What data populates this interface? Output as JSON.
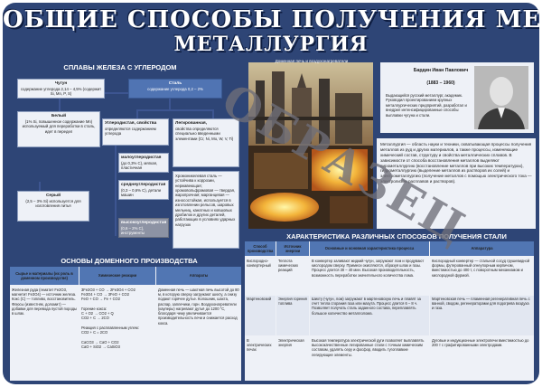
{
  "title_line1": "ОБЩИЕ СПОСОБЫ ПОЛУЧЕНИЯ МЕТАЛЛОВ",
  "title_line2": "МЕТАЛЛУРГИЯ",
  "alloys": {
    "title": "СПЛАВЫ ЖЕЛЕЗА С УГЛЕРОДОМ",
    "cast_iron": {
      "title": "Чугун",
      "text": "содержание углерода 2,14 – 4,5% (содержит Si, Mn, P, S)"
    },
    "steel": {
      "title": "Сталь",
      "text": "содержание углерода 0,2 – 2%"
    },
    "white": {
      "title": "Белый",
      "text": "(1% Si, повышенное содержание Mn) используемый для переработки в сталь, идет в передел"
    },
    "grey": {
      "title": "Серый",
      "text": "(2,5 – 3% Si) используется для изготовления литья"
    },
    "carbon_steel": {
      "title": "Углеродистая, свойства",
      "text": "определяются содержанием углерода"
    },
    "alloyed": {
      "title": "Легированная,",
      "text": "свойства определяются специально введенными элементами (Cr, Ni, Mo, W, V, Ti)"
    },
    "low": {
      "title": "малоуглеродистая",
      "text": "(до 0,3% C), мягкая, пластичная"
    },
    "mid": {
      "title": "среднеуглеродистая",
      "text": "(0,3 – 0,6% C), детали машин"
    },
    "high": {
      "title": "высокоуглеродистая",
      "text": "(0,6 – 2% C), инструменты"
    },
    "alloy_props": "Хромоникелевая сталь — устойчива к коррозии, нержавеющая; хромовольфрамовая — твердая, жаропрочная; марганцевая — износостойкая, используется в изготовлении рельсов, шаровых мельниц, канатных и ковшовых дробилок и других деталей, работающих в условиях ударных нагрузок"
  },
  "blast": {
    "title": "ОСНОВЫ ДОМЕННОГО ПРОИЗВОДСТВА",
    "headers": [
      "Сырье и материалы (их роль в доменном производстве)",
      "Химические реакции",
      "Аппараты"
    ],
    "raw": "Железная руда (гематит Fe2O3, магнетит Fe3O4) — источник железа. Кокс (C) — топливо, восстановитель. Флюсы (известняк, доломит) — добавки для перевода пустой породы в шлак.",
    "reactions": "3Fe2O3 + CO → 2Fe3O4 + CO2\nFe3O4 + CO → 3FeO + CO2\nFeO + CO → Fe + CO2\n\nГорение кокса:\nC + O2 → CO2 + Q\nCO2 + C → 2CO\n\nРеакция с расплавленным углем:\nCO2 + C = 2CO\n\nCaCO3 → CaO + CO2\nCaO + SiO2 → CaSiO3",
    "apparatus": "Доменная печь — шахтная печь высотой до 80 м, в которую сверху загружают шихту, а снизу подают горячее дутье. Колошник, шахта, распар, заплечики, горн. Воздухонагреватели (кауперы) нагревают дутьё до 1200 °C, благодаря чему увеличивается производительность печи и снижается расход кокса."
  },
  "photo_caption": "Доменная печь и воздухонагреватели",
  "portrait": {
    "name": "Бардин Иван Павлович",
    "years": "(1883 – 1960)",
    "text": "Выдающийся русский металлург, академик. Руководил проектированием крупных металлургических предприятий, разработал и внедрил интенсифицированные способы выплавки чугуна и стали."
  },
  "definition": "Металлургия — область науки и техники, охватывающая процессы получения металлов из руд и других материалов, а также процессы, изменяющие химический состав, структуру и свойства металлических сплавов. В зависимости от способа восстановления металлов выделяют пирометаллургию (восстановление металлов при высоких температурах), гидрометаллургию (выделение металлов из растворов их солей) и электрометаллургию (получение металлов с помощью электрического тока — электролизом расплавов и растворов).",
  "methods": {
    "title": "ХАРАКТЕРИСТИКА РАЗЛИЧНЫХ СПОСОБОВ ПОЛУЧЕНИЯ СТАЛИ",
    "headers": [
      "Способ производства",
      "Источник энергии",
      "Основные и основная характеристика процесса",
      "Аппаратура"
    ],
    "rows": [
      [
        "Кислородно-конвертерный",
        "Теплота химических реакций",
        "В конвертер заливают жидкий чугун, загружают лом и продувают кислородом сверху. Примеси окисляются, образуя шлак и газы. Процесс длится 30 – 40 мин. Высокая производительность, возможность переработки значительного количества лома.",
        "Кислородный конвертер — стальной сосуд грушевидной формы, футерованный огнеупорным кирпичом, вместимостью до 400 т, с поворотным механизмом и кислородной фурмой."
      ],
      [
        "Мартеновский",
        "Энергия горения топлива",
        "Шихту (чугун, лом) загружают в мартеновскую печь и плавят за счет тепла сгорания газа или мазута. Процесс длится 6 – 8 ч. Позволяет получать сталь заданного состава, переплавлять большое количество металлолома.",
        "Мартеновская печь — пламенная регенеративная печь с ванной, сводом, регенераторами для подогрева воздуха и газа."
      ],
      [
        "В электрических печах",
        "Электрическая энергия",
        "Высокая температура электрической дуги позволяет выплавлять высококачественные легированные стали с точным химическим составом, удалять серу и фосфор, вводить тугоплавкие легирующие элементы.",
        "Дуговые и индукционные электропечи вместимостью до 200 т с графитированными электродами."
      ]
    ]
  },
  "watermark": "ОБРАЗЕЦ"
}
